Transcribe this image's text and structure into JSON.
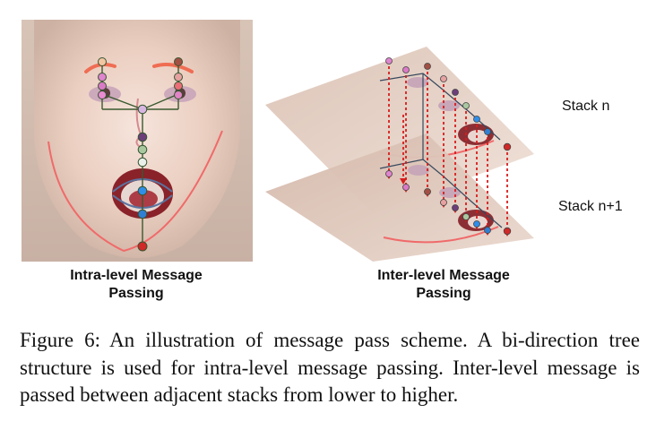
{
  "figure": {
    "left_panel": {
      "label": "Intra-level Message\nPassing"
    },
    "right_panel": {
      "label": "Inter-level Message\nPassing",
      "stack_top_label": "Stack n",
      "stack_bottom_label": "Stack n+1"
    },
    "caption": {
      "number": "Figure 6:",
      "text": "An illustration of message pass scheme. A bi-direction tree structure is used for intra-level message passing. Inter-level message is passed between adjacent stacks from lower to higher."
    },
    "colors": {
      "tree_line": "#3a5a2f",
      "contour": "#f06a6a",
      "arrow_red": "#d71d1d"
    }
  }
}
